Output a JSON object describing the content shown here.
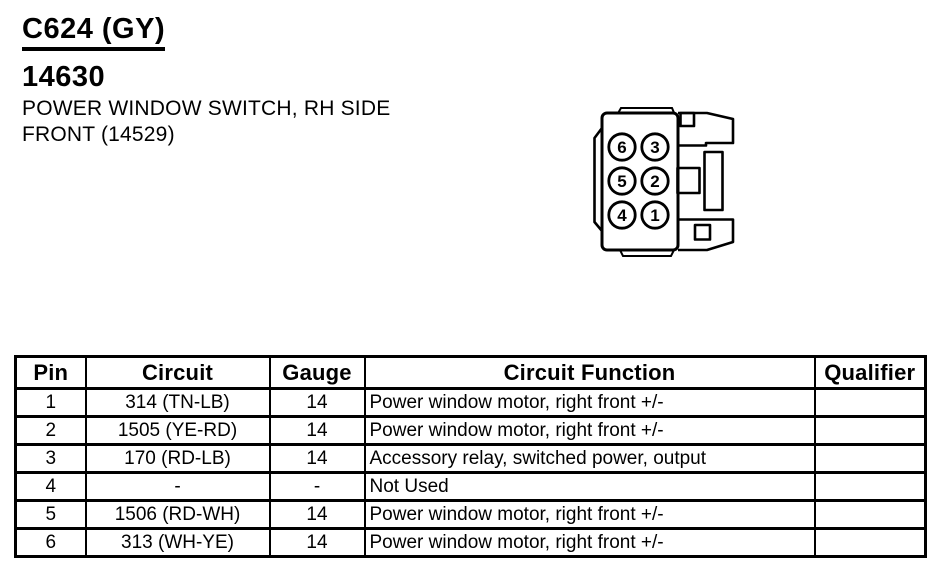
{
  "page": {
    "connector_label": "C624 (GY)",
    "part_number": "14630",
    "description_line1": "POWER WINDOW SWITCH, RH SIDE",
    "description_line2": "FRONT (14529)"
  },
  "connector": {
    "pins": [
      "6",
      "3",
      "5",
      "2",
      "4",
      "1"
    ]
  },
  "pinout_table": {
    "headers": [
      "Pin",
      "Circuit",
      "Gauge",
      "Circuit Function",
      "Qualifier"
    ],
    "rows": [
      [
        "1",
        "314 (TN-LB)",
        "14",
        "Power window motor, right front +/-",
        ""
      ],
      [
        "2",
        "1505 (YE-RD)",
        "14",
        "Power window motor, right front +/-",
        ""
      ],
      [
        "3",
        "170 (RD-LB)",
        "14",
        "Accessory relay, switched power, output",
        ""
      ],
      [
        "4",
        "-",
        "-",
        "Not Used",
        ""
      ],
      [
        "5",
        "1506 (RD-WH)",
        "14",
        "Power window motor, right front +/-",
        ""
      ],
      [
        "6",
        "313 (WH-YE)",
        "14",
        "Power window motor, right front +/-",
        ""
      ]
    ]
  },
  "colors": {
    "ink": "#000000",
    "paper": "#ffffff"
  }
}
